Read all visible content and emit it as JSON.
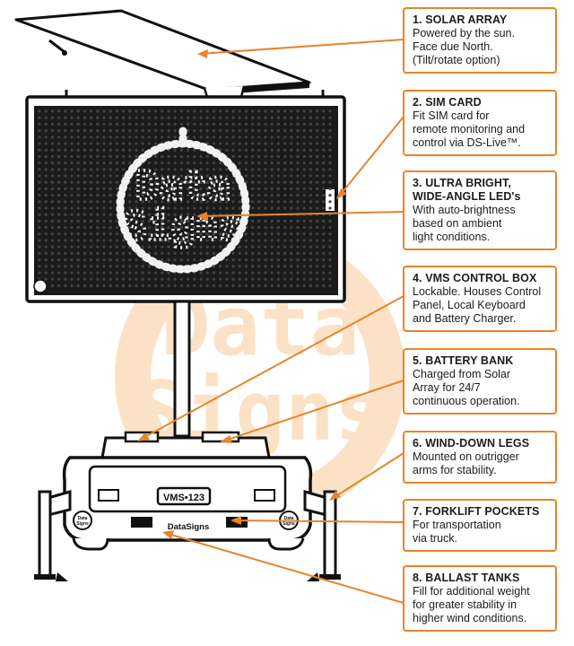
{
  "watermark": {
    "line1": "Data",
    "line2": "Signs"
  },
  "sign_display": {
    "line1": "Data",
    "line2": "Signs"
  },
  "trailer": {
    "plate": "VMS•123",
    "brand": "DataSigns",
    "badge_top": "Data",
    "badge_bottom": "Signs"
  },
  "callouts": [
    {
      "title_lines": [
        "1. SOLAR ARRAY"
      ],
      "desc_lines": [
        "Powered by the sun.",
        "Face due North.",
        "(Tilt/rotate option)"
      ]
    },
    {
      "title_lines": [
        "2. SIM CARD"
      ],
      "desc_lines": [
        "Fit SIM card for",
        "remote monitoring and",
        "control via DS-Live™."
      ]
    },
    {
      "title_lines": [
        "3. ULTRA BRIGHT,",
        "WIDE-ANGLE LED's"
      ],
      "desc_lines": [
        "With auto-brightness",
        "based on ambient",
        "light conditions."
      ]
    },
    {
      "title_lines": [
        "4. VMS CONTROL BOX"
      ],
      "desc_lines": [
        "Lockable. Houses Control",
        "Panel, Local Keyboard",
        "and Battery Charger."
      ]
    },
    {
      "title_lines": [
        "5. BATTERY BANK"
      ],
      "desc_lines": [
        "Charged from Solar",
        "Array for 24/7",
        "continuous operation."
      ]
    },
    {
      "title_lines": [
        "6. WIND-DOWN LEGS"
      ],
      "desc_lines": [
        "Mounted on outrigger",
        "arms for stability."
      ]
    },
    {
      "title_lines": [
        "7. FORKLIFT POCKETS"
      ],
      "desc_lines": [
        "For transportation",
        "via truck."
      ]
    },
    {
      "title_lines": [
        "8. BALLAST TANKS"
      ],
      "desc_lines": [
        "Fill for additional weight",
        "for greater stability in",
        "higher wind conditions."
      ]
    }
  ],
  "colors": {
    "accent": "#e8842a",
    "watermark": "#fbe2c6",
    "led": "#e6e6e6",
    "panel": "#1b1b1b"
  }
}
